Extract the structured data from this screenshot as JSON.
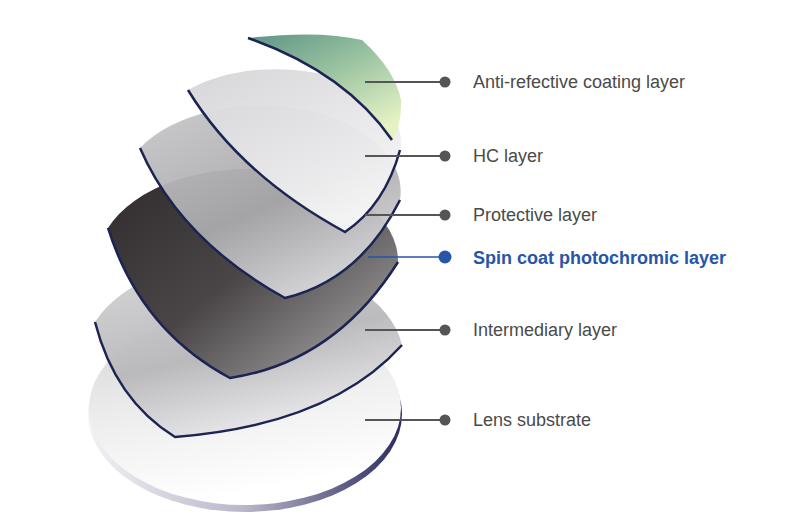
{
  "diagram": {
    "labels": [
      "Anti-refective coating layer",
      "HC layer",
      "Protective layer",
      "Spin coat photochromic layer",
      "Intermediary layer",
      "Lens substrate"
    ]
  }
}
